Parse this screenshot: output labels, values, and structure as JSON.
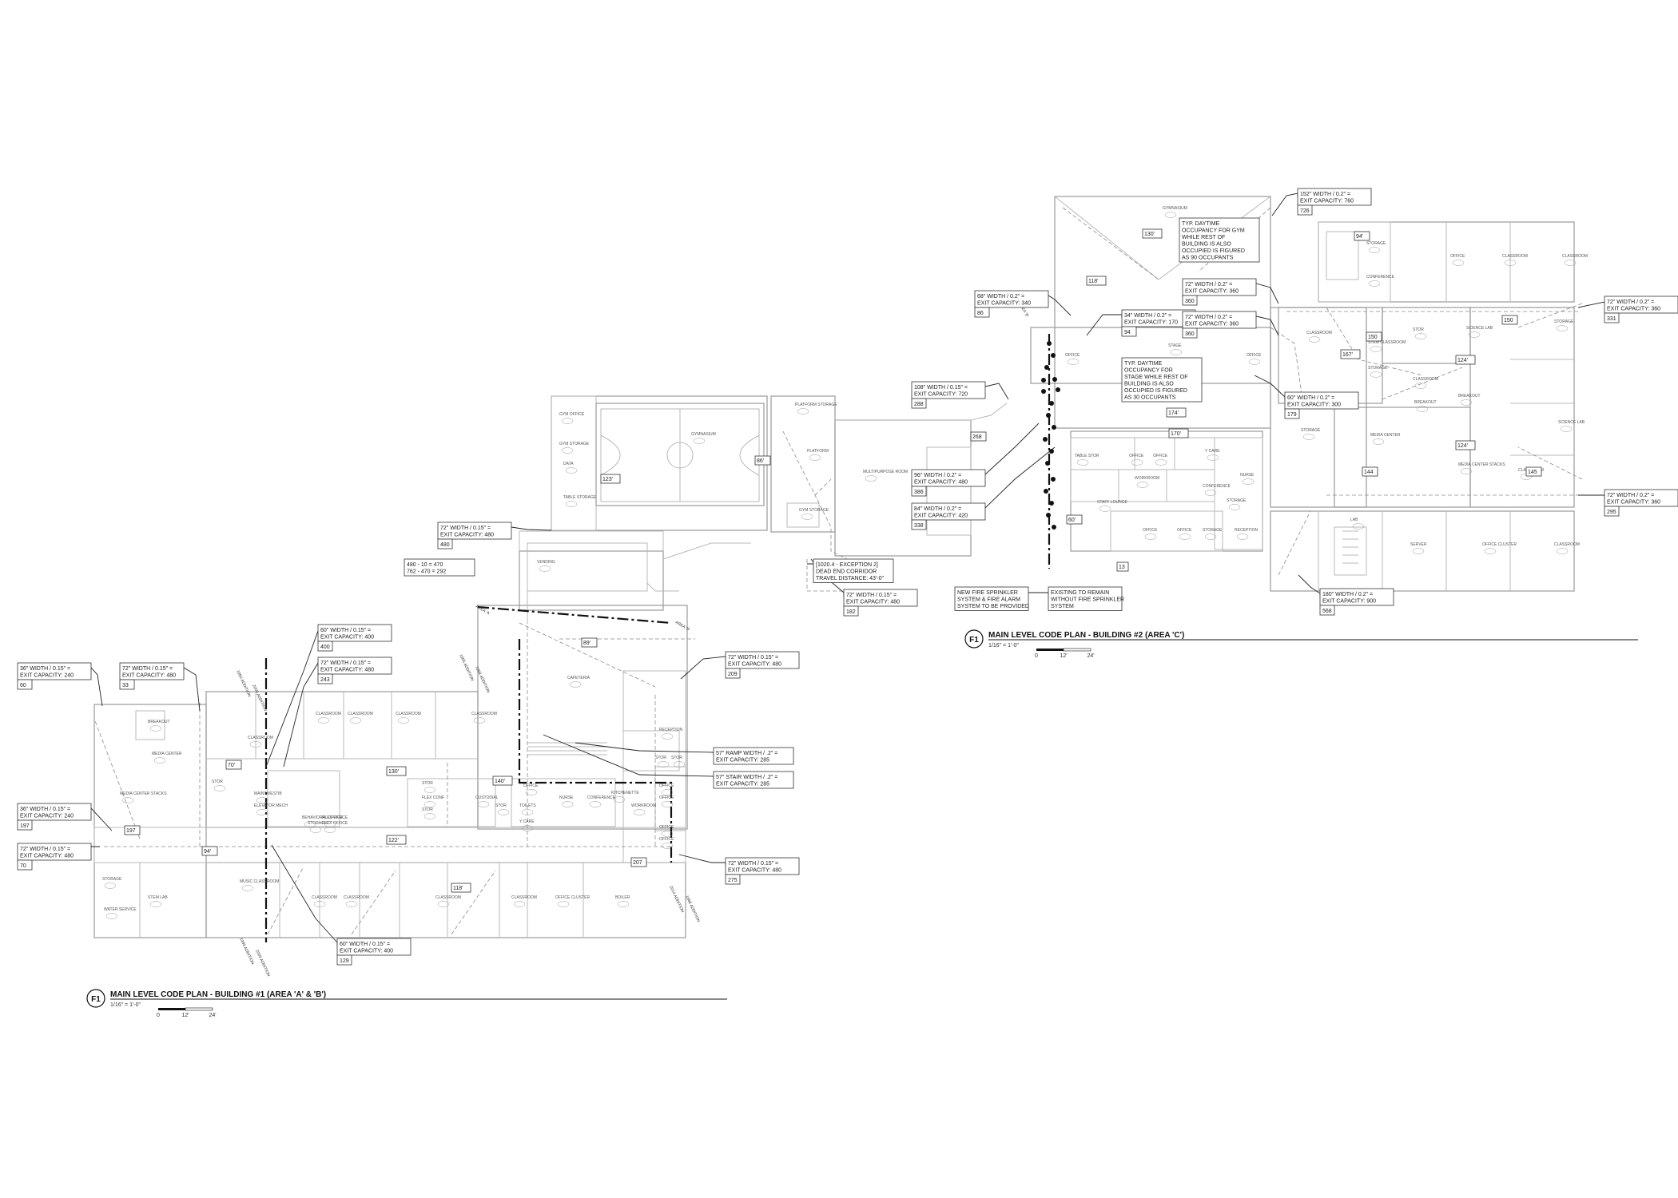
{
  "drawing": {
    "plan1": {
      "badge": "F1",
      "title": "MAIN LEVEL CODE PLAN - BUILDING #1 (AREA 'A' & 'B')",
      "scale": "1/16\" = 1'-0\"",
      "scale_ticks": [
        "0",
        "12'",
        "24'"
      ]
    },
    "plan2": {
      "badge": "F1",
      "title": "MAIN LEVEL CODE PLAN - BUILDING #2 (AREA 'C')",
      "scale": "1/16\" = 1'-0\"",
      "scale_ticks": [
        "0",
        "12'",
        "24'"
      ]
    }
  },
  "callouts": [
    {
      "lines": [
        "36\" WIDTH / 0.15\" =",
        "EXIT CAPACITY: 240"
      ],
      "num": "60"
    },
    {
      "lines": [
        "72\" WIDTH / 0.15\" =",
        "EXIT CAPACITY: 480"
      ],
      "num": "33"
    },
    {
      "lines": [
        "36\" WIDTH / 0.15\" =",
        "EXIT CAPACITY: 240"
      ],
      "num": "197"
    },
    {
      "lines": [
        "72\" WIDTH / 0.15\" =",
        "EXIT CAPACITY: 480"
      ],
      "num": "70"
    },
    {
      "lines": [
        "60\" WIDTH / 0.15\" =",
        "EXIT CAPACITY: 400"
      ],
      "num": "400"
    },
    {
      "lines": [
        "72\" WIDTH / 0.15\" =",
        "EXIT CAPACITY: 480"
      ],
      "num": "243"
    },
    {
      "lines": [
        "60\" WIDTH / 0.15\" =",
        "EXIT CAPACITY: 400"
      ],
      "num": "129"
    },
    {
      "lines": [
        "72\" WIDTH / 0.15\" =",
        "EXIT CAPACITY: 480"
      ],
      "num": "209"
    },
    {
      "lines": [
        "57\" RAMP WIDTH / .2\" =",
        "EXIT CAPACITY: 285"
      ],
      "num": ""
    },
    {
      "lines": [
        "57\" STAIR WIDTH / .2\" =",
        "EXIT CAPACITY: 285"
      ],
      "num": ""
    },
    {
      "lines": [
        "72\" WIDTH / 0.15\" =",
        "EXIT CAPACITY: 480"
      ],
      "num": "275"
    },
    {
      "lines": [
        "72\" WIDTH / 0.15\" =",
        "EXIT CAPACITY: 480"
      ],
      "num": "480"
    },
    {
      "lines": [
        "480 - 10 = 470",
        "762 - 470 = 292"
      ],
      "num": ""
    },
    {
      "lines": [
        "72\" WIDTH / 0.15\" =",
        "EXIT CAPACITY: 480"
      ],
      "num": "182"
    },
    {
      "lines": [
        "[1020.4 - EXCEPTION 2]",
        "DEAD END CORRIDOR",
        "TRAVEL DISTANCE: 43'-0\""
      ],
      "num": ""
    },
    {
      "lines": [
        "108\" WIDTH / 0.15\" =",
        "EXIT CAPACITY: 720"
      ],
      "num": "288"
    },
    {
      "lines": [
        "96\" WIDTH / 0.2\" =",
        "EXIT CAPACITY: 480"
      ],
      "num": "386"
    },
    {
      "lines": [
        "84\" WIDTH / 0.2\" =",
        "EXIT CAPACITY: 420"
      ],
      "num": "338"
    },
    {
      "lines": [
        "68\" WIDTH / 0.2\" =",
        "EXIT CAPACITY: 340"
      ],
      "num": "86"
    },
    {
      "lines": [
        "34\" WIDTH / 0.2\" =",
        "EXIT CAPACITY: 170"
      ],
      "num": "94"
    },
    {
      "lines": [
        "TYP. DAYTIME",
        "OCCUPANCY FOR",
        "STAGE WHILE REST OF",
        "BUILDING IS ALSO",
        "OCCUPIED IS FIGURED",
        "AS 30 OCCUPANTS"
      ],
      "num": ""
    },
    {
      "lines": [
        "TYP. DAYTIME",
        "OCCUPANCY FOR GYM",
        "WHILE REST OF",
        "BUILDING IS ALSO",
        "OCCUPIED IS FIGURED",
        "AS 90 OCCUPANTS"
      ],
      "num": ""
    },
    {
      "lines": [
        "152\" WIDTH / 0.2\" =",
        "EXIT CAPACITY: 760"
      ],
      "num": "726"
    },
    {
      "lines": [
        "72\" WIDTH / 0.2\" =",
        "EXIT CAPACITY: 360"
      ],
      "num": "360"
    },
    {
      "lines": [
        "72\" WIDTH / 0.2\" =",
        "EXIT CAPACITY: 360"
      ],
      "num": "360"
    },
    {
      "lines": [
        "60\" WIDTH / 0.2\" =",
        "EXIT CAPACITY: 300"
      ],
      "num": "179"
    },
    {
      "lines": [
        "72\" WIDTH / 0.2\" =",
        "EXIT CAPACITY: 360"
      ],
      "num": "331"
    },
    {
      "lines": [
        "72\" WIDTH / 0.2\" =",
        "EXIT CAPACITY: 360"
      ],
      "num": "295"
    },
    {
      "lines": [
        "180\" WIDTH / 0.2\" =",
        "EXIT CAPACITY: 900"
      ],
      "num": "568"
    },
    {
      "lines": [
        "NEW FIRE SPRINKLER",
        "SYSTEM & FIRE ALARM",
        "SYSTEM TO BE PROVIDED"
      ],
      "num": ""
    },
    {
      "lines": [
        "EXISTING TO REMAIN",
        "WITHOUT FIRE SPRINKLER",
        "SYSTEM"
      ],
      "num": ""
    }
  ],
  "occupant_tags": [
    "70'",
    "130'",
    "140'",
    "122'",
    "118'",
    "94'",
    "197",
    "207",
    "123'",
    "86'",
    "89'",
    "268",
    "174'",
    "170'",
    "60'",
    "13",
    "130'",
    "118'",
    "150",
    "167'",
    "124'",
    "124'",
    "145",
    "144",
    "150",
    "94'"
  ],
  "area_labels": [
    "1950 ADDITION",
    "2009 ADDITION",
    "1999 ADDITION",
    "2009 ADDITION",
    "1955 ADDITION",
    "1968 ADDITION",
    "2014 ADDITION",
    "1968 ADDITION",
    "AREA 'A'",
    "AREA 'B'",
    "AREA 'B'",
    "AREA 'C'"
  ],
  "rooms": [
    "BREAKOUT",
    "CLASSROOM",
    "MEDIA CENTER",
    "MEDIA CENTER STACKS",
    "CLASSROOM",
    "CLASSROOM",
    "CLASSROOM",
    "CLASSROOM",
    "STOR",
    "MAINT/VESTIB",
    "ELEVATOR MECH",
    "BEHAVIORAL OFFICE",
    "FLEX OFFICE",
    "STORAGE",
    "FLEX OFFICE",
    "STOR",
    "FLEX CONF",
    "STOR",
    "CUSTODIAL",
    "STOR",
    "STORAGE",
    "STEM LAB",
    "WATER SERVICE",
    "MUSIC CLASSROOM",
    "CLASSROOM",
    "CLASSROOM",
    "CLASSROOM",
    "CLASSROOM",
    "OFFICE CLUSTER",
    "BOILER",
    "CAFETERIA",
    "RECEPTION",
    "STOR",
    "STOR",
    "OFFICE",
    "NURSE",
    "CONFERENCE",
    "KITCHENETTE",
    "WORKROOM",
    "TOILETS",
    "Y CARE",
    "OFFICE",
    "OFFICE",
    "OFFICE",
    "OFFICE",
    "GYM OFFICE",
    "GYM STORAGE",
    "DATA",
    "TABLE STORAGE",
    "GYMNASIUM",
    "PLATFORM STORAGE",
    "PLATFORM",
    "GYM STORAGE",
    "MULTIPURPOSE ROOM",
    "VENDING",
    "GYMNASIUM",
    "STAGE",
    "OFFICE",
    "OFFICE",
    "TABLE STOR",
    "OFFICE",
    "OFFICE",
    "Y CARE",
    "NURSE",
    "WORKROOM",
    "CONFERENCE",
    "STORAGE",
    "STAFF LOUNGE",
    "OFFICE",
    "OFFICE",
    "STORAGE",
    "RECEPTION",
    "STORAGE",
    "CONFERENCE",
    "OFFICE",
    "CLASSROOM",
    "CLASSROOM",
    "CLASSROOM",
    "STEM CLASSROOM",
    "STORAGE",
    "STOR",
    "SCIENCE LAB",
    "STORAGE",
    "CLASSROOM",
    "BREAKOUT",
    "BREAKOUT",
    "STORAGE",
    "MEDIA CENTER",
    "MEDIA CENTER STACKS",
    "SCIENCE LAB",
    "CLASSROOM",
    "LAB",
    "SERVER",
    "OFFICE CLUSTER",
    "CLASSROOM",
    "CLASSROOM"
  ]
}
